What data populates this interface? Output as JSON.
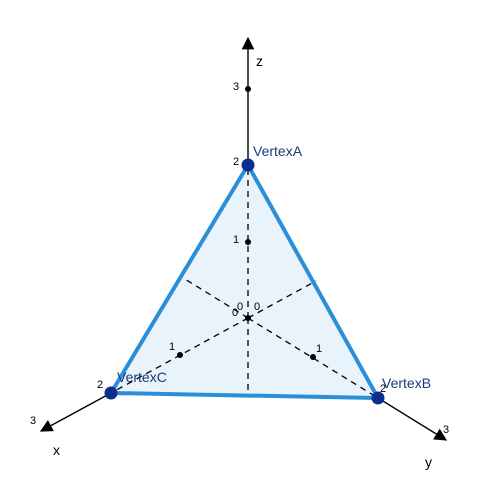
{
  "axes": {
    "x": {
      "name": "x",
      "ticks": [
        "1",
        "2",
        "3"
      ]
    },
    "y": {
      "name": "y",
      "ticks": [
        "1",
        "2",
        "3"
      ]
    },
    "z": {
      "name": "z",
      "ticks": [
        "1",
        "2",
        "3"
      ]
    },
    "origin_labels": [
      "0",
      "0",
      "0"
    ]
  },
  "vertices": [
    {
      "id": "A",
      "label": "VertexA",
      "coords": [
        0,
        0,
        2
      ]
    },
    {
      "id": "B",
      "label": "VertexB",
      "coords": [
        0,
        2,
        0
      ]
    },
    {
      "id": "C",
      "label": "VertexC",
      "coords": [
        2,
        0,
        0
      ]
    }
  ],
  "style": {
    "triangle_fill": "#e8f3fc",
    "triangle_edge": "#2b8fd8",
    "vertex_color": "#0d2d8c",
    "vertex_label_color": "#1a3a7a",
    "axis_color": "#000000"
  }
}
